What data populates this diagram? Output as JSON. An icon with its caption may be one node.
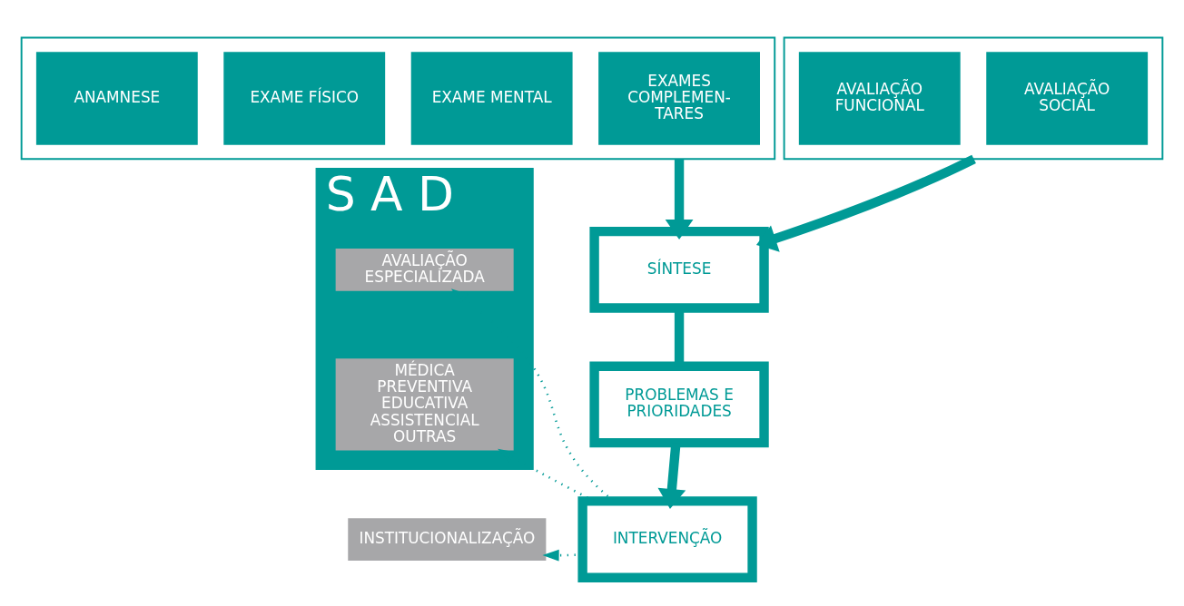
{
  "diagram": {
    "nodes": [
      {
        "text": [],
        "shape": "box"
      },
      {
        "text": [
          "ANAMNESE"
        ],
        "in": 0
      },
      {
        "text": [
          "EXAME FÍSICO"
        ],
        "in": 0
      },
      {
        "text": [
          "EXAME MENTAL"
        ],
        "in": 0
      },
      {
        "text": [
          "EXAMES COMPLEMEN- TARES"
        ],
        "in": 0
      },
      {
        "text": [],
        "shape": "box"
      },
      {
        "text": [
          "AVALIAÇÃO FUNCIONAL"
        ],
        "in": 5
      },
      {
        "text": [
          "AVALIAÇÃO SOCIAL"
        ],
        "in": 5
      },
      {
        "text": [
          "S A D"
        ]
      },
      {
        "text": [
          "AVALIAÇÃO ESPECIALIZADA"
        ],
        "in": 8
      },
      {
        "text": [
          "MÉDICA PREVENTIVA EDUCATIVA ASSISTENCIAL OUTRAS"
        ],
        "in": 8
      },
      {
        "text": [
          "INSTITUCIONALIZAÇÃO"
        ]
      },
      {
        "text": [
          "SÍNTESE"
        ]
      },
      {
        "text": [
          "PROBLEMAS E PRIORIDADES"
        ]
      },
      {
        "text": [
          "INTERVENÇÃO"
        ]
      }
    ],
    "edges": [
      {
        "from": 0,
        "to": 12,
        "arrow": "to"
      },
      {
        "from": 5,
        "to": 12,
        "arrow": "to"
      },
      {
        "from": 12,
        "to": 13,
        "arrow": "none"
      },
      {
        "from": 13,
        "to": 14,
        "arrow": "to"
      },
      {
        "from": 14,
        "to": 9,
        "arrow": "to",
        "style": "dashed"
      },
      {
        "from": 14,
        "to": 10,
        "arrow": "to",
        "style": "dashed"
      },
      {
        "from": 14,
        "to": 11,
        "arrow": "to",
        "style": "dashed"
      }
    ]
  }
}
